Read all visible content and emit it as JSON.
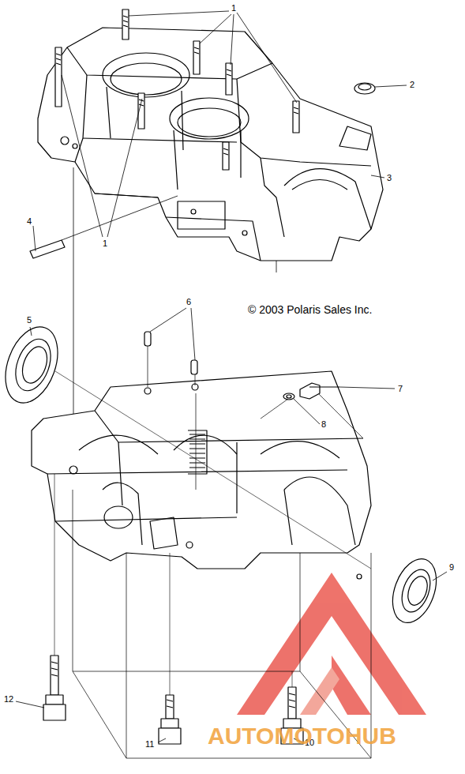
{
  "diagram": {
    "labels": [
      "1",
      "2",
      "3",
      "4",
      "1",
      "6",
      "© 2003 Polaris Sales Inc.",
      "5",
      "7",
      "8",
      "9",
      "12",
      "11",
      "10",
      "AUTOMOTOHUB"
    ]
  }
}
